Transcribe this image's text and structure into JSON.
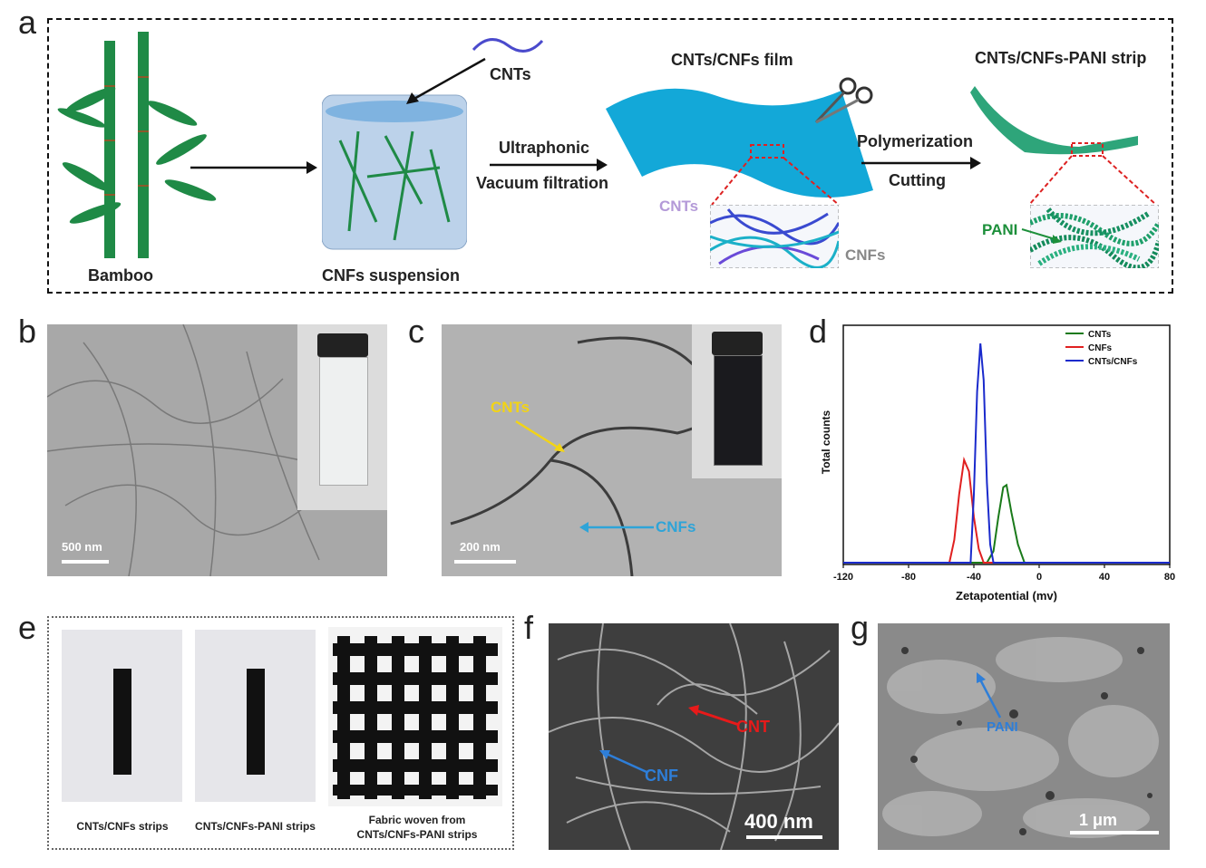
{
  "panels": {
    "a": "a",
    "b": "b",
    "c": "c",
    "d": "d",
    "e": "e",
    "f": "f",
    "g": "g"
  },
  "schematic": {
    "bamboo": "Bamboo",
    "cnfs_suspension": "CNFs suspension",
    "cnts": "CNTs",
    "step1_top": "Ultraphonic",
    "step1_bottom": "Vacuum filtration",
    "film_title": "CNTs/CNFs film",
    "zoom_cnts": "CNTs",
    "zoom_cnfs": "CNFs",
    "step2_top": "Polymerization",
    "step2_bottom": "Cutting",
    "strip_title": "CNTs/CNFs-PANI strip",
    "pani": "PANI"
  },
  "tem_b": {
    "scale": "500 nm"
  },
  "tem_c": {
    "scale": "200 nm",
    "label_cnts": "CNTs",
    "label_cnfs": "CNFs"
  },
  "photos_e": {
    "cap1": "CNTs/CNFs strips",
    "cap2": "CNTs/CNFs-PANI strips",
    "cap3_line1": "Fabric woven from",
    "cap3_line2": "CNTs/CNFs-PANI strips"
  },
  "sem_f": {
    "scale": "400 nm",
    "label_cnt": "CNT",
    "label_cnf": "CNF"
  },
  "sem_g": {
    "scale": "1 μm",
    "label_pani": "PANI"
  },
  "chart_data": {
    "type": "line",
    "xlabel": "Zetapotential (mv)",
    "ylabel": "Total counts",
    "xlim": [
      -120,
      80
    ],
    "ylim": [
      0,
      100
    ],
    "xticks": [
      "-120",
      "-80",
      "-40",
      "0",
      "40",
      "80"
    ],
    "legend_position": "top-right",
    "series": [
      {
        "name": "CNTs",
        "color": "#1a7a1a",
        "x": [
          -120,
          -32,
          -28,
          -25,
          -22,
          -20,
          -17,
          -13,
          -9,
          80
        ],
        "y": [
          0,
          0,
          5,
          20,
          33,
          34,
          22,
          8,
          0,
          0
        ]
      },
      {
        "name": "CNFs",
        "color": "#e02020",
        "x": [
          -120,
          -55,
          -52,
          -49,
          -46,
          -43,
          -40,
          -37,
          -34,
          80
        ],
        "y": [
          0,
          0,
          10,
          30,
          45,
          40,
          20,
          6,
          0,
          0
        ]
      },
      {
        "name": "CNTs/CNFs",
        "color": "#1a2acc",
        "x": [
          -120,
          -42,
          -40,
          -38,
          -36,
          -34,
          -32,
          -30,
          -28,
          80
        ],
        "y": [
          0,
          0,
          30,
          75,
          96,
          80,
          35,
          8,
          0,
          0
        ]
      }
    ]
  }
}
